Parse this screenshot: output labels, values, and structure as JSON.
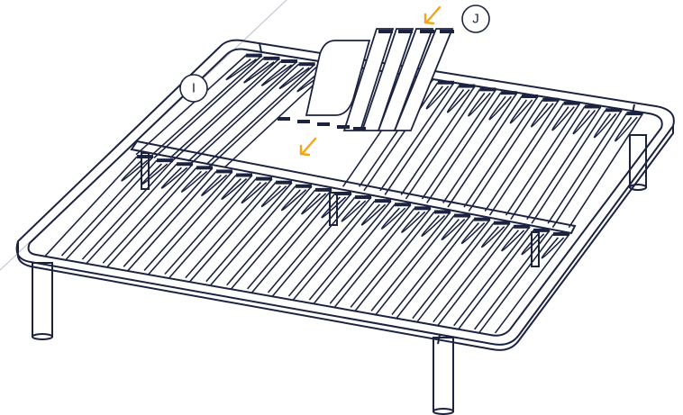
{
  "figure": {
    "subject": "bed-frame-slat-assembly",
    "colors": {
      "line": "#1c2340",
      "arrow": "#f2a516",
      "background": "#ffffff",
      "guide": "#b9bdcc"
    },
    "callouts": [
      {
        "id": "callout-i",
        "label": "I"
      },
      {
        "id": "callout-j",
        "label": "J"
      }
    ],
    "arrows": [
      {
        "id": "insert-arrow-top",
        "icon": "arrow-down-left-icon"
      },
      {
        "id": "insert-arrow-middle",
        "icon": "arrow-down-left-icon"
      }
    ]
  }
}
